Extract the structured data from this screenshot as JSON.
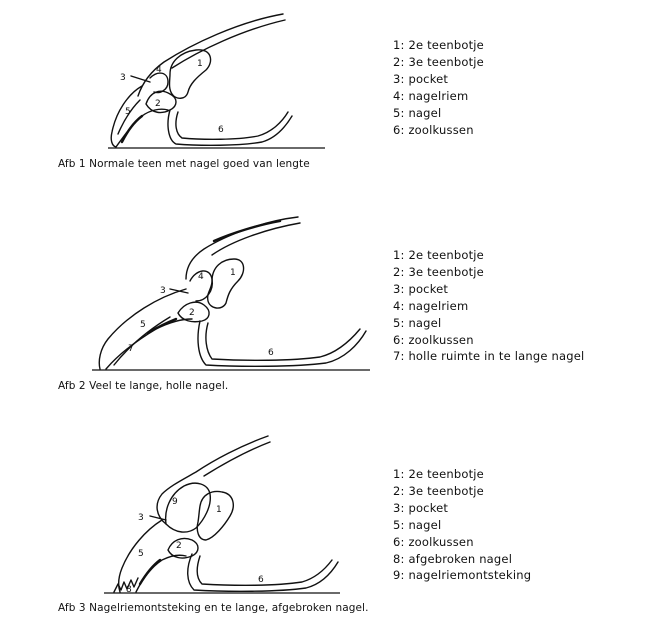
{
  "figures": [
    {
      "caption": "Afb  1  Normale teen met nagel goed van lengte",
      "labels": {
        "n1": "1",
        "n2": "2",
        "n3": "3",
        "n4": "4",
        "n5": "5",
        "n6": "6"
      },
      "legend": [
        "1: 2e teenbotje",
        "2: 3e teenbotje",
        "3: pocket",
        "4: nagelriem",
        "5: nagel",
        "6: zoolkussen"
      ]
    },
    {
      "caption": "Afb 2  Veel te lange, holle nagel.",
      "labels": {
        "n1": "1",
        "n2": "2",
        "n3": "3",
        "n4": "4",
        "n5": "5",
        "n6": "6",
        "n7": "7"
      },
      "legend": [
        "1: 2e teenbotje",
        "2: 3e teenbotje",
        "3: pocket",
        "4: nagelriem",
        "5: nagel",
        "6: zoolkussen",
        "7: holle ruimte in te lange nagel"
      ]
    },
    {
      "caption": "Afb  3  Nagelriemontsteking en te lange, afgebroken nagel.",
      "labels": {
        "n1": "1",
        "n2": "2",
        "n3": "3",
        "n5": "5",
        "n6": "6",
        "n8": "8",
        "n9": "9"
      },
      "legend": [
        "1: 2e teenbotje",
        "2: 3e teenbotje",
        "3: pocket",
        "5: nagel",
        "6: zoolkussen",
        "8: afgebroken nagel",
        "9: nagelriemontsteking"
      ]
    }
  ]
}
